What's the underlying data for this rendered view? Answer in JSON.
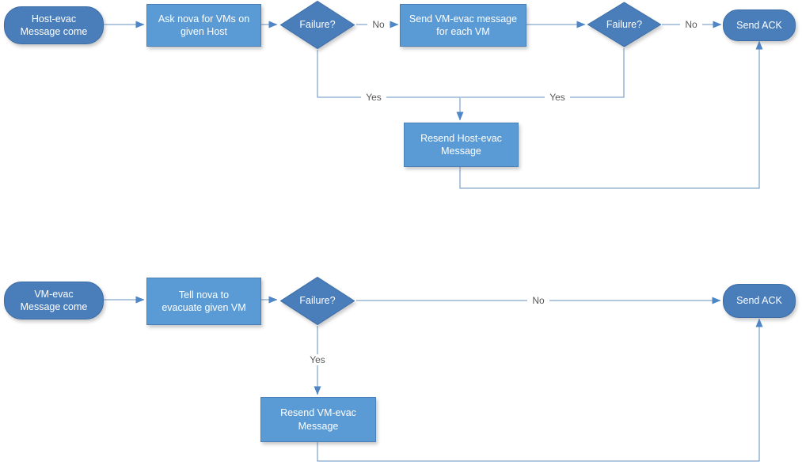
{
  "colors": {
    "node_fill": "#5B9BD5",
    "node_border": "#4A80B8",
    "terminator_fill": "#4A7EBB",
    "terminator_border": "#3D6DA5",
    "connector": "#85A8CC",
    "arrow": "#4E86C6",
    "label_text": "#595959",
    "node_text": "#FFFFFF"
  },
  "flow1": {
    "start": "Host-evac\nMessage come",
    "step1": "Ask nova for VMs on\ngiven Host",
    "decision1": "Failure?",
    "no1": "No",
    "step2": "Send VM-evac message\nfor each VM",
    "decision2": "Failure?",
    "no2": "No",
    "end": "Send ACK",
    "yes1": "Yes",
    "yes2": "Yes",
    "resend": "Resend Host-evac\nMessage"
  },
  "flow2": {
    "start": "VM-evac\nMessage come",
    "step1": "Tell nova to\nevacuate given VM",
    "decision1": "Failure?",
    "no1": "No",
    "yes1": "Yes",
    "resend": "Resend VM-evac\nMessage",
    "end": "Send ACK"
  }
}
